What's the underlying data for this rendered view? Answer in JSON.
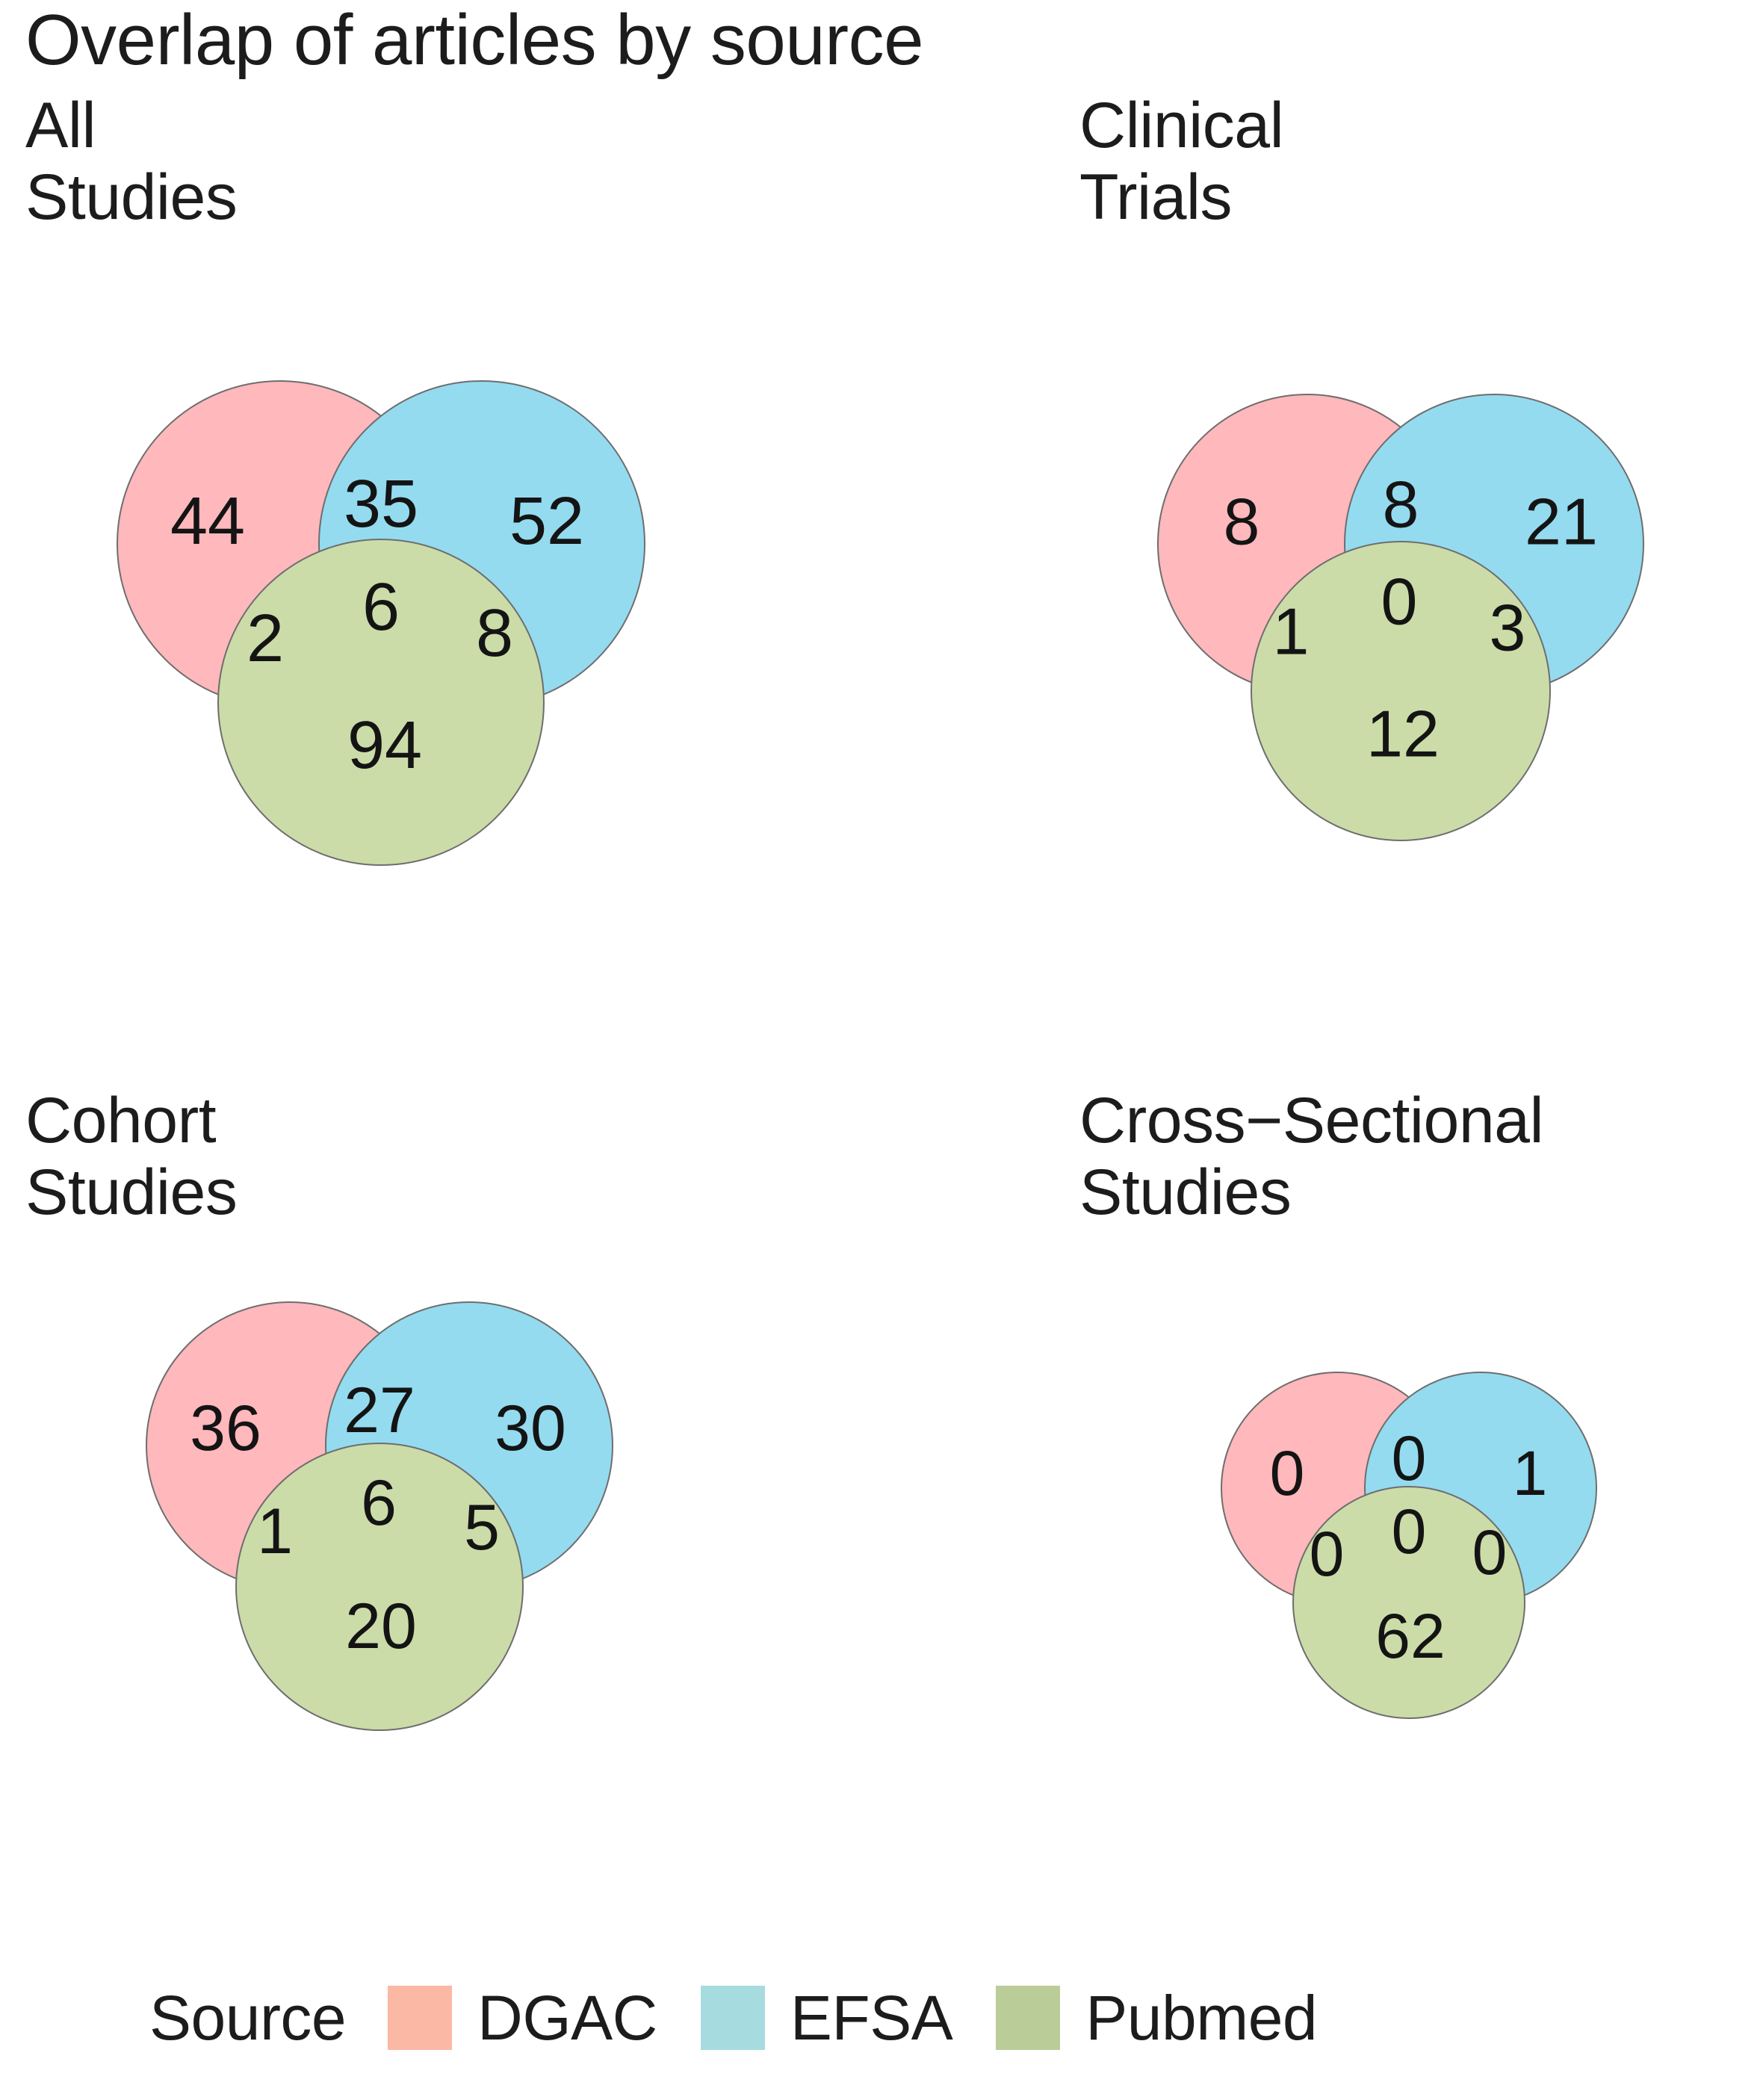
{
  "figure": {
    "title": "Overlap of articles by source",
    "background": "#ffffff"
  },
  "colors": {
    "dgac_fill": "#ffb8bc",
    "efsa_fill": "#94dbf0",
    "pubmed_fill": "#cbdca8",
    "dgac_efsa_overlap": "#aecbbc",
    "dgac_pubmed_overlap": "#d3c287",
    "efsa_pubmed_overlap": "#93c78e",
    "triple_overlap": "#9dc894",
    "circle_stroke": "#6e6e6e",
    "text": "#141414",
    "legend_dgac": "#fbb8a5",
    "legend_efsa": "#a6dcdf",
    "legend_pubmed": "#bacd99"
  },
  "legend": {
    "title": "Source",
    "items": [
      {
        "label": "DGAC",
        "color": "#fbb8a5"
      },
      {
        "label": "EFSA",
        "color": "#a6dcdf"
      },
      {
        "label": "Pubmed",
        "color": "#bacd99"
      }
    ]
  },
  "panels": [
    {
      "title": "All Studies",
      "title_line2": "",
      "counts": {
        "dgac_only": "44",
        "dgac_efsa": "35",
        "efsa_only": "52",
        "dgac_pubmed": "2",
        "triple": "6",
        "efsa_pubmed": "8",
        "pubmed_only": "94"
      }
    },
    {
      "title": "Clinical Trials",
      "title_line2": "",
      "counts": {
        "dgac_only": "8",
        "dgac_efsa": "8",
        "efsa_only": "21",
        "dgac_pubmed": "1",
        "triple": "0",
        "efsa_pubmed": "3",
        "pubmed_only": "12"
      }
    },
    {
      "title": "Cohort Studies",
      "title_line2": "",
      "counts": {
        "dgac_only": "36",
        "dgac_efsa": "27",
        "efsa_only": "30",
        "dgac_pubmed": "1",
        "triple": "6",
        "efsa_pubmed": "5",
        "pubmed_only": "20"
      }
    },
    {
      "title": "Cross−Sectional",
      "title_line2": "Studies",
      "counts": {
        "dgac_only": "0",
        "dgac_efsa": "0",
        "efsa_only": "1",
        "dgac_pubmed": "0",
        "triple": "0",
        "efsa_pubmed": "0",
        "pubmed_only": "62"
      }
    }
  ],
  "chart_data": {
    "type": "venn",
    "title": "Overlap of articles by source",
    "sets": [
      "DGAC",
      "EFSA",
      "Pubmed"
    ],
    "panels": [
      {
        "name": "All Studies",
        "regions": {
          "DGAC": 44,
          "EFSA": 52,
          "Pubmed": 94,
          "DGAC∩EFSA": 35,
          "DGAC∩Pubmed": 2,
          "EFSA∩Pubmed": 8,
          "DGAC∩EFSA∩Pubmed": 6
        }
      },
      {
        "name": "Clinical Trials",
        "regions": {
          "DGAC": 8,
          "EFSA": 21,
          "Pubmed": 12,
          "DGAC∩EFSA": 8,
          "DGAC∩Pubmed": 1,
          "EFSA∩Pubmed": 3,
          "DGAC∩EFSA∩Pubmed": 0
        }
      },
      {
        "name": "Cohort Studies",
        "regions": {
          "DGAC": 36,
          "EFSA": 30,
          "Pubmed": 20,
          "DGAC∩EFSA": 27,
          "DGAC∩Pubmed": 1,
          "EFSA∩Pubmed": 5,
          "DGAC∩EFSA∩Pubmed": 6
        }
      },
      {
        "name": "Cross−Sectional Studies",
        "regions": {
          "DGAC": 0,
          "EFSA": 1,
          "Pubmed": 62,
          "DGAC∩EFSA": 0,
          "DGAC∩Pubmed": 0,
          "EFSA∩Pubmed": 0,
          "DGAC∩EFSA∩Pubmed": 0
        }
      }
    ],
    "legend_position": "bottom",
    "legend_title": "Source"
  }
}
